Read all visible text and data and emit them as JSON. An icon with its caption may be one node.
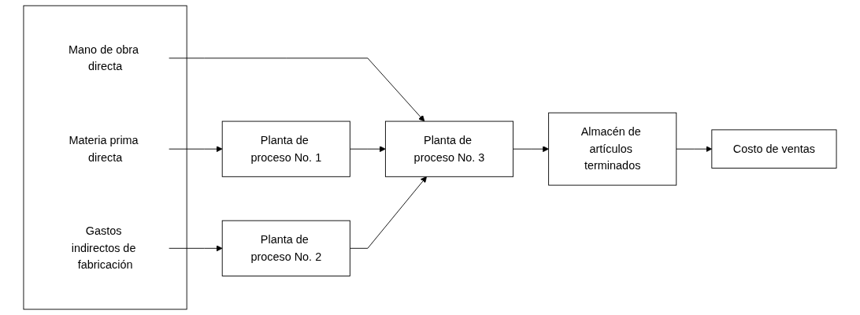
{
  "diagram": {
    "nodes": [
      {
        "text": [],
        "shape": "box"
      },
      {
        "text": [
          "Materia prima directa"
        ],
        "in": 0
      },
      {
        "text": [
          "Mano de obra directa"
        ],
        "in": 0
      },
      {
        "text": [
          "Gastos indirectos de fabricación"
        ],
        "in": 0
      },
      {
        "text": [
          "Planta de proceso No. 1"
        ]
      },
      {
        "text": [
          "Planta de proceso No. 3"
        ]
      },
      {
        "text": [
          "Almacén de artículos terminados"
        ]
      },
      {
        "text": [
          "Costo de ventas"
        ]
      },
      {
        "text": [
          "Planta de proceso No. 2"
        ]
      }
    ],
    "edges": [
      {
        "from": 1,
        "to": 4,
        "arrow": "to"
      },
      {
        "from": 2,
        "to": 5,
        "arrow": "to"
      },
      {
        "from": 3,
        "to": 8,
        "arrow": "to"
      },
      {
        "from": 4,
        "to": 5,
        "arrow": "to"
      },
      {
        "from": 8,
        "to": 5,
        "arrow": "to"
      },
      {
        "from": 5,
        "to": 6,
        "arrow": "to"
      },
      {
        "from": 6,
        "to": 7,
        "arrow": "to"
      }
    ]
  }
}
